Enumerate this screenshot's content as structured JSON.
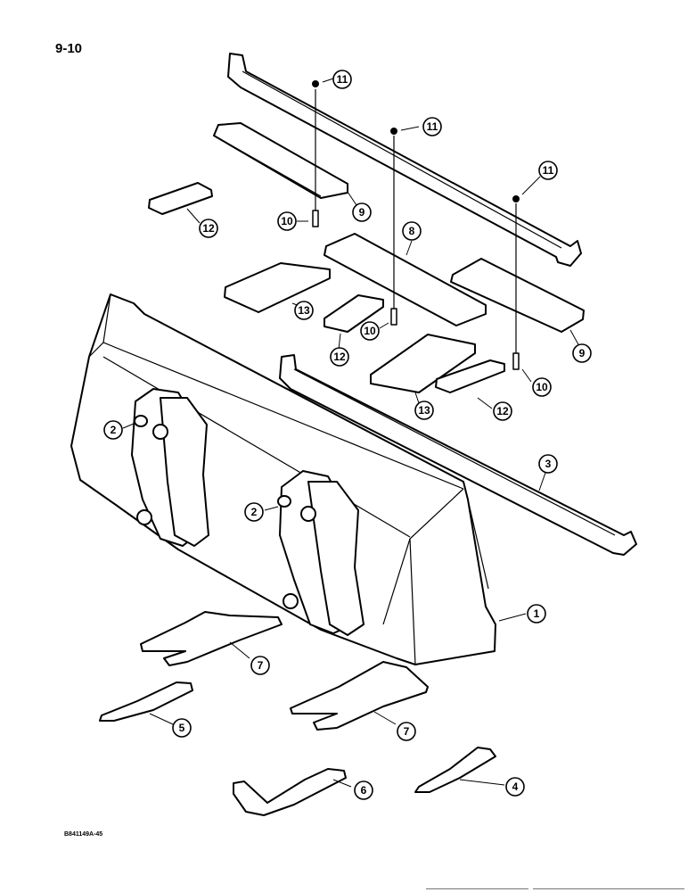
{
  "page": {
    "number": "9-10",
    "drawing_code": "B841149A-45"
  },
  "callouts": [
    {
      "label": "11"
    },
    {
      "label": "11"
    },
    {
      "label": "11"
    },
    {
      "label": "9"
    },
    {
      "label": "10"
    },
    {
      "label": "12"
    },
    {
      "label": "8"
    },
    {
      "label": "13"
    },
    {
      "label": "10"
    },
    {
      "label": "12"
    },
    {
      "label": "9"
    },
    {
      "label": "10"
    },
    {
      "label": "12"
    },
    {
      "label": "13"
    },
    {
      "label": "2"
    },
    {
      "label": "2"
    },
    {
      "label": "3"
    },
    {
      "label": "1"
    },
    {
      "label": "7"
    },
    {
      "label": "5"
    },
    {
      "label": "7"
    },
    {
      "label": "6"
    },
    {
      "label": "4"
    }
  ]
}
